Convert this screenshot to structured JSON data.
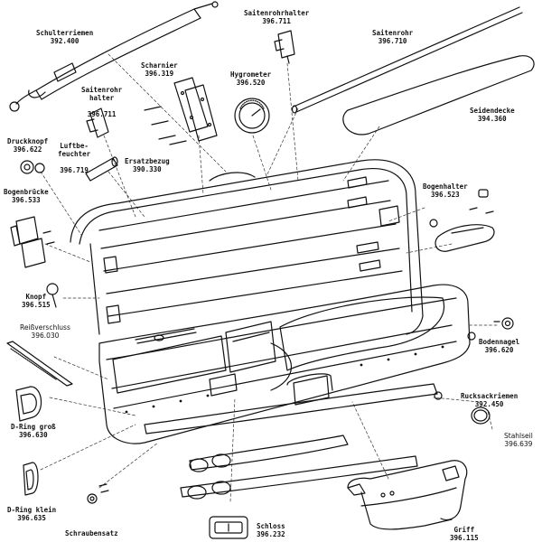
{
  "parts": [
    {
      "id": "schulterriemen",
      "name": "Schulterriemen",
      "number": "392.400"
    },
    {
      "id": "saitenrohrhalter-top",
      "name": "Saitenrohrhalter",
      "number": "396.711"
    },
    {
      "id": "saitenrohr",
      "name": "Saitenrohr",
      "number": "396.710"
    },
    {
      "id": "scharnier",
      "name": "Scharnier",
      "number": "396.319"
    },
    {
      "id": "hygrometer",
      "name": "Hygrometer",
      "number": "396.520"
    },
    {
      "id": "saitenrohr-halter",
      "name": "Saitenrohr\nhalter",
      "number": "396.711"
    },
    {
      "id": "seidendecke",
      "name": "Seidendecke",
      "number": "394.360"
    },
    {
      "id": "druckknopf",
      "name": "Druckknopf",
      "number": "396.622"
    },
    {
      "id": "luftbefeuchter",
      "name": "Luftbe-\nfeuchter",
      "number": "396.719"
    },
    {
      "id": "ersatzbezug",
      "name": "Ersatzbezug",
      "number": "390.330"
    },
    {
      "id": "bogenbruecke",
      "name": "Bogenbrücke",
      "number": "396.533"
    },
    {
      "id": "bogenhalter",
      "name": "Bogenhalter",
      "number": "396.523"
    },
    {
      "id": "knopf",
      "name": "Knopf",
      "number": "396.515"
    },
    {
      "id": "reissverschluss",
      "name": "Reißverschluss",
      "number": "396.030"
    },
    {
      "id": "bodennagel",
      "name": "Bodennagel",
      "number": "396.620"
    },
    {
      "id": "rucksackriemen",
      "name": "Rucksackriemen",
      "number": "392.450"
    },
    {
      "id": "stahlseil",
      "name": "Stahlseil",
      "number": "396.639"
    },
    {
      "id": "dring-gross",
      "name": "D-Ring groß",
      "number": "396.630"
    },
    {
      "id": "dring-klein",
      "name": "D-Ring klein",
      "number": "396.635"
    },
    {
      "id": "schraubensatz",
      "name": "Schraubensatz",
      "number": ""
    },
    {
      "id": "schloss",
      "name": "Schloss",
      "number": "396.232"
    },
    {
      "id": "griff",
      "name": "Griff",
      "number": "396.115"
    }
  ]
}
